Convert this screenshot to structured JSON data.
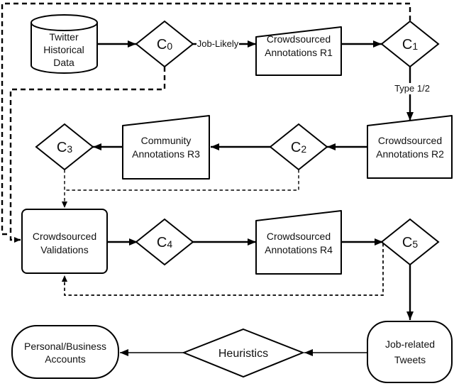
{
  "diagram": {
    "background": "#ffffff",
    "line_color": "#000000",
    "text_color": "#111111",
    "nodes": {
      "twitter_data": {
        "type": "database",
        "line1": "Twitter",
        "line2": "Historical",
        "line3": "Data"
      },
      "c0": {
        "type": "decision",
        "base": "C",
        "sub": "0"
      },
      "c1": {
        "type": "decision",
        "base": "C",
        "sub": "1"
      },
      "c2": {
        "type": "decision",
        "base": "C",
        "sub": "2"
      },
      "c3": {
        "type": "decision",
        "base": "C",
        "sub": "3"
      },
      "c4": {
        "type": "decision",
        "base": "C",
        "sub": "4"
      },
      "c5": {
        "type": "decision",
        "base": "C",
        "sub": "5"
      },
      "r1": {
        "type": "manual-input",
        "line1": "Crowdsourced",
        "line2": "Annotations R1"
      },
      "r2": {
        "type": "manual-input",
        "line1": "Crowdsourced",
        "line2": "Annotations R2"
      },
      "r3": {
        "type": "manual-input",
        "line1": "Community",
        "line2": "Annotations R3"
      },
      "r4": {
        "type": "manual-input",
        "line1": "Crowdsourced",
        "line2": "Annotations R4"
      },
      "validations": {
        "type": "process",
        "line1": "Crowdsourced",
        "line2": "Validations"
      },
      "job_tweets": {
        "type": "terminator",
        "line1": "Job-related",
        "line2": "Tweets"
      },
      "heuristics": {
        "type": "decision",
        "label": "Heuristics"
      },
      "accounts": {
        "type": "terminator",
        "line1": "Personal/Business",
        "line2": "Accounts"
      }
    },
    "edge_labels": {
      "job_likely": "Job-Likely",
      "type_half": "Type 1/2"
    },
    "edges": [
      {
        "from": "twitter_data",
        "to": "c0",
        "style": "solid"
      },
      {
        "from": "c0",
        "to": "r1",
        "style": "solid",
        "label": "Job-Likely"
      },
      {
        "from": "r1",
        "to": "c1",
        "style": "solid"
      },
      {
        "from": "c1",
        "to": "r2",
        "style": "solid",
        "label": "Type 1/2"
      },
      {
        "from": "r2",
        "to": "c2",
        "style": "solid"
      },
      {
        "from": "c2",
        "to": "r3",
        "style": "solid"
      },
      {
        "from": "r3",
        "to": "c3",
        "style": "solid"
      },
      {
        "from": "validations",
        "to": "c4",
        "style": "solid"
      },
      {
        "from": "c4",
        "to": "r4",
        "style": "solid"
      },
      {
        "from": "r4",
        "to": "c5",
        "style": "solid"
      },
      {
        "from": "c5",
        "to": "job_tweets",
        "style": "solid"
      },
      {
        "from": "job_tweets",
        "to": "heuristics",
        "style": "solid"
      },
      {
        "from": "heuristics",
        "to": "accounts",
        "style": "solid"
      },
      {
        "from": "c0",
        "to": "validations",
        "style": "dashed"
      },
      {
        "from": "c1",
        "to": "validations",
        "style": "dashed"
      },
      {
        "from": "c2",
        "to": "validations",
        "style": "dashed"
      },
      {
        "from": "c3",
        "to": "validations",
        "style": "dashed"
      },
      {
        "from": "c5",
        "to": "validations",
        "style": "dashed"
      }
    ]
  }
}
